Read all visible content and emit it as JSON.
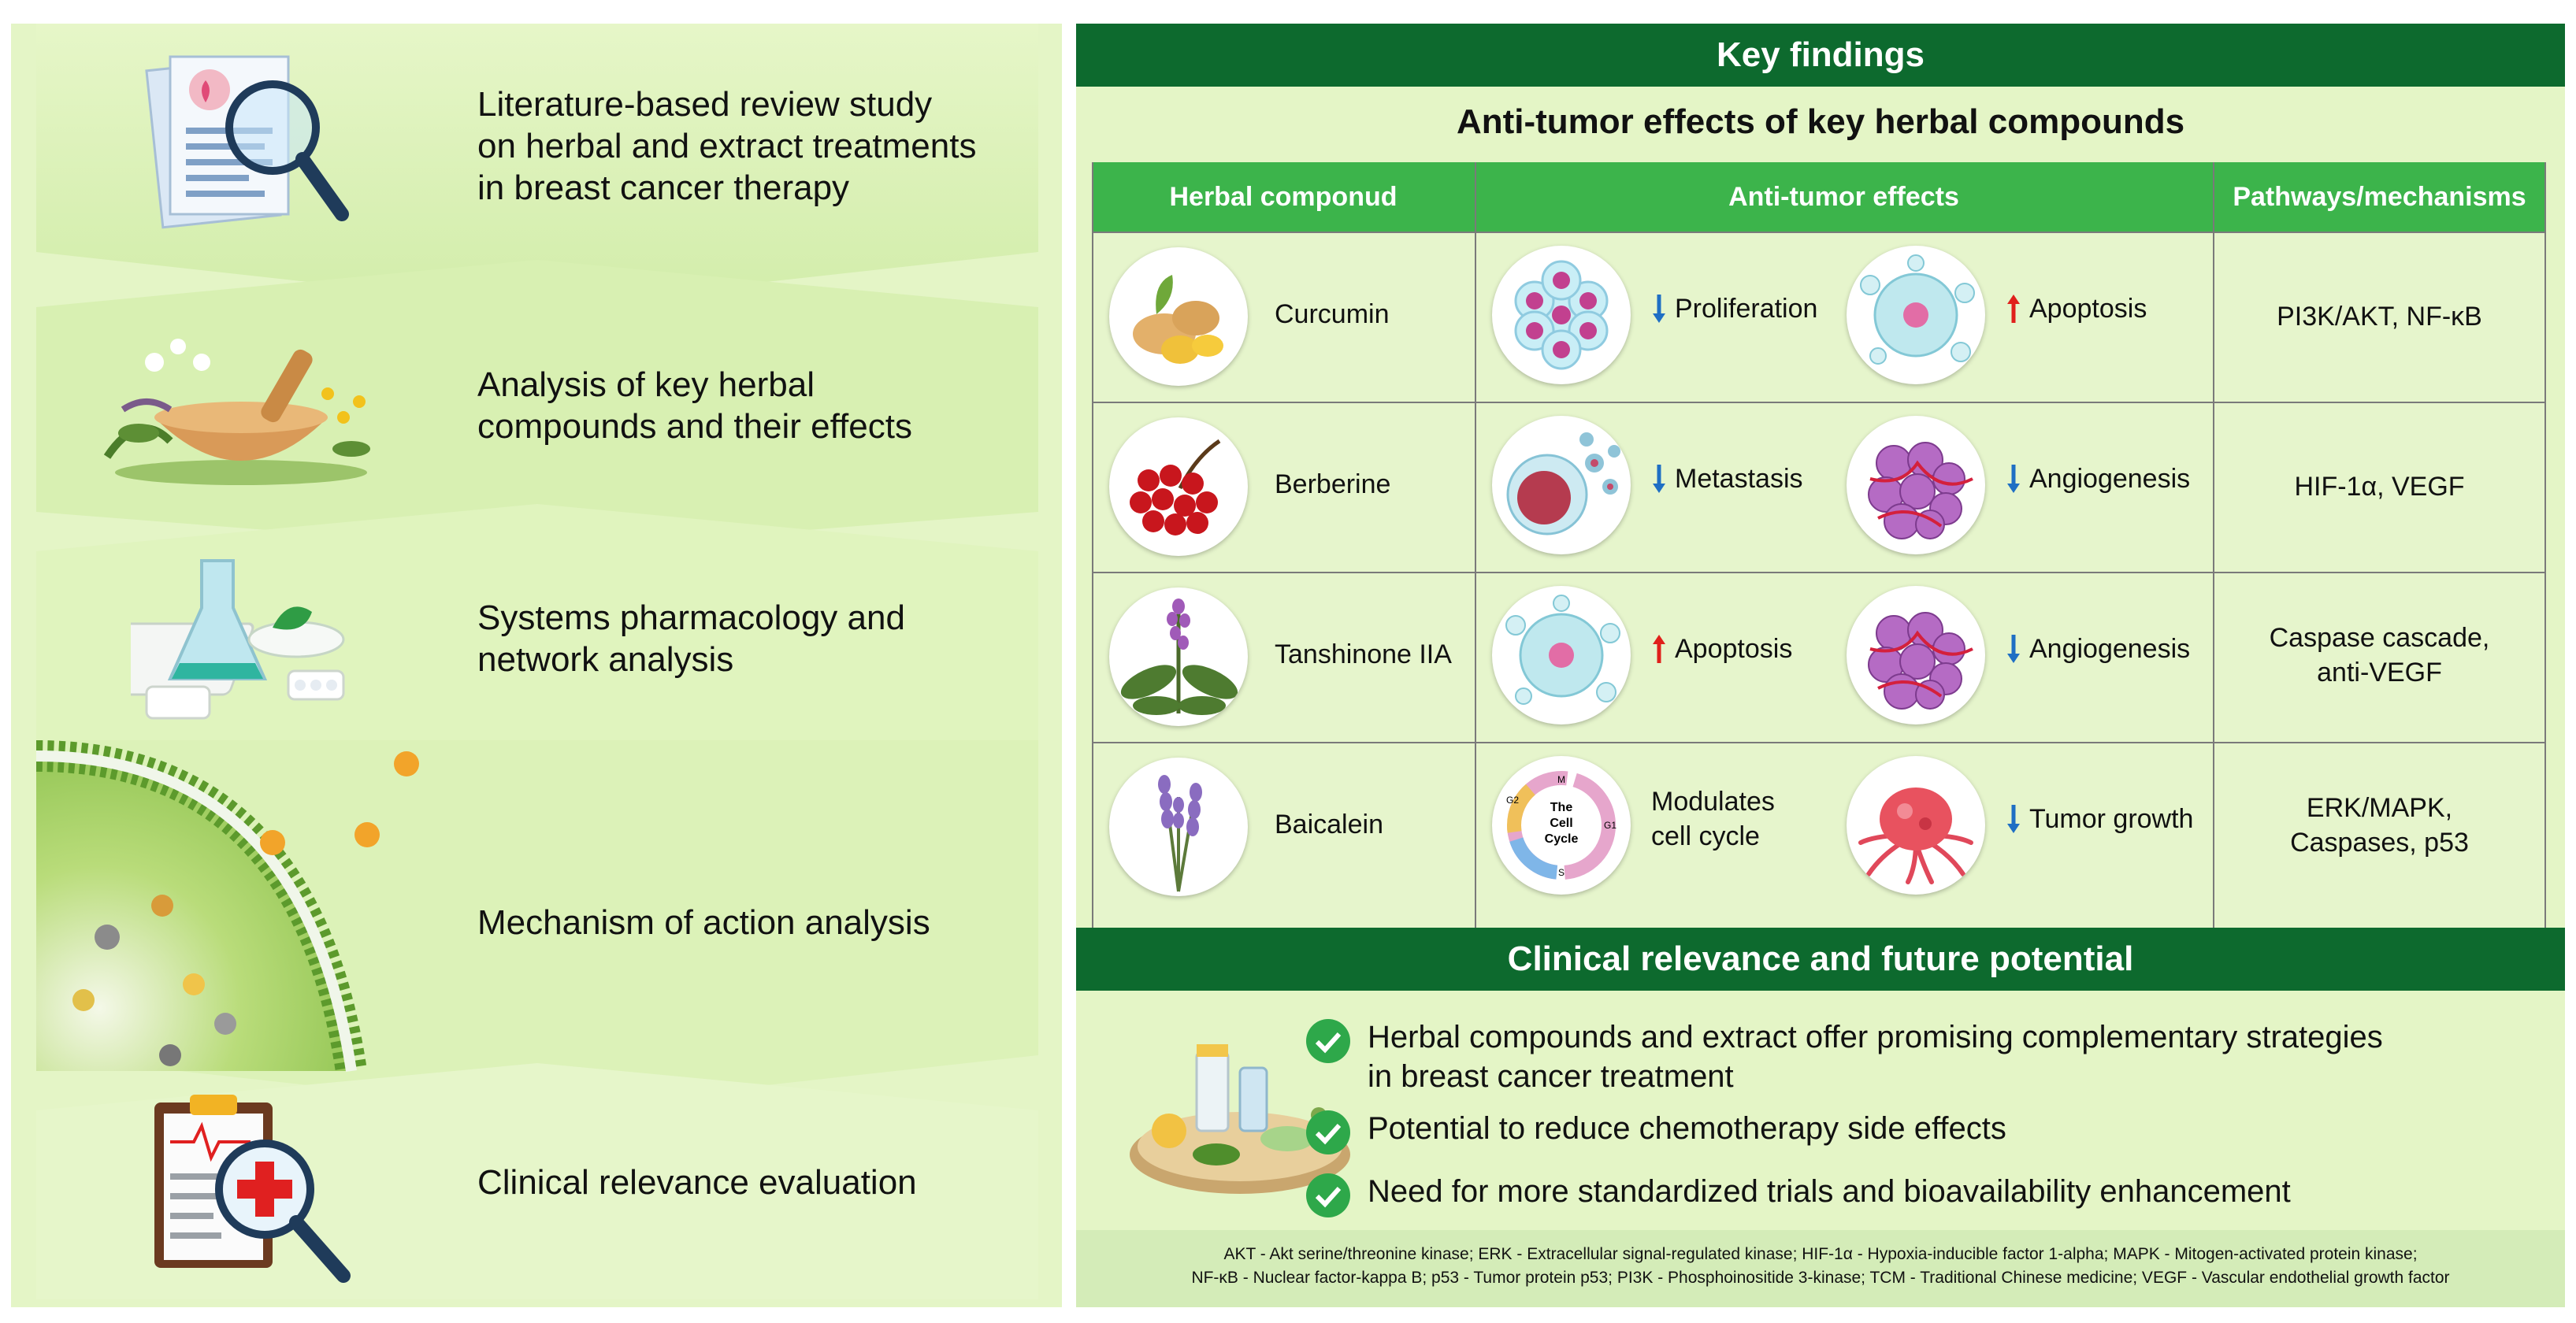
{
  "steps": [
    {
      "text": "Literature-based review study on herbal and extract treatments in breast cancer therapy",
      "lines": [
        "Literature-based review study",
        "on herbal and extract treatments",
        "in breast cancer therapy"
      ],
      "icon": "document-magnifier-icon"
    },
    {
      "text": "Analysis of key herbal compounds and their effects",
      "lines": [
        "Analysis of key herbal",
        "compounds and their effects"
      ],
      "icon": "mortar-herbs-icon"
    },
    {
      "text": "Systems pharmacology and network analysis",
      "lines": [
        "Systems pharmacology and",
        "network analysis"
      ],
      "icon": "flask-pills-icon"
    },
    {
      "text": "Mechanism of action analysis",
      "lines": [
        "Mechanism of action analysis"
      ],
      "icon": "cell-membrane-icon"
    },
    {
      "text": "Clinical relevance evaluation",
      "lines": [
        "Clinical relevance evaluation"
      ],
      "icon": "clipboard-magnifier-icon"
    }
  ],
  "key_findings": {
    "title": "Key findings",
    "subtitle": "Anti-tumor effects of key herbal compounds",
    "headers": [
      "Herbal componud",
      "Anti-tumor effects",
      "Pathways/mechanisms"
    ],
    "rows": [
      {
        "compound": "Curcumin",
        "icon": "ginger-root-icon",
        "effects": [
          {
            "label": "Proliferation",
            "direction": "down",
            "icon": "cell-cluster-icon"
          },
          {
            "label": "Apoptosis",
            "direction": "up",
            "icon": "apoptotic-cell-icon"
          }
        ],
        "pathway_lines": [
          "PI3K/AKT, NF-κB"
        ]
      },
      {
        "compound": "Berberine",
        "icon": "red-berries-icon",
        "effects": [
          {
            "label": "Metastasis",
            "direction": "down",
            "icon": "metastasis-cell-icon"
          },
          {
            "label": "Angiogenesis",
            "direction": "down",
            "icon": "vascular-tumor-icon"
          }
        ],
        "pathway_lines": [
          "HIF-1α, VEGF"
        ]
      },
      {
        "compound": "Tanshinone IIA",
        "icon": "sage-plant-icon",
        "effects": [
          {
            "label": "Apoptosis",
            "direction": "up",
            "icon": "apoptotic-cell-icon"
          },
          {
            "label": "Angiogenesis",
            "direction": "down",
            "icon": "vascular-tumor-icon"
          }
        ],
        "pathway_lines": [
          "Caspase cascade,",
          "anti-VEGF"
        ]
      },
      {
        "compound": "Baicalein",
        "icon": "lavender-icon",
        "effects": [
          {
            "label_lines": [
              "Modulates",
              "cell cycle"
            ],
            "direction": "none",
            "icon": "cell-cycle-icon"
          },
          {
            "label": "Tumor growth",
            "direction": "down",
            "icon": "tumor-mass-icon"
          }
        ],
        "pathway_lines": [
          "ERK/MAPK,",
          "Caspases, p53"
        ]
      }
    ],
    "cell_cycle": {
      "title_lines": [
        "The",
        "Cell",
        "Cycle"
      ],
      "phases": [
        "M",
        "G1",
        "S",
        "G2"
      ]
    }
  },
  "clinical": {
    "title": "Clinical relevance and future potential",
    "bullets": [
      {
        "lines": [
          "Herbal compounds and extract offer promising complementary strategies",
          "in breast cancer treatment"
        ]
      },
      {
        "lines": [
          "Potential to reduce chemotherapy side effects"
        ]
      },
      {
        "lines": [
          "Need for more standardized trials and bioavailability enhancement"
        ]
      }
    ],
    "icon": "herbal-medicine-tray-icon"
  },
  "footnote": [
    "AKT - Akt serine/threonine kinase; ERK - Extracellular signal-regulated kinase; HIF-1α - Hypoxia-inducible factor 1-alpha; MAPK - Mitogen-activated protein kinase;",
    "NF-κB - Nuclear factor-kappa B; p53 - Tumor protein p53; PI3K - Phosphoinositide 3-kinase; TCM - Traditional Chinese medicine; VEGF - Vascular endothelial growth factor"
  ],
  "colors": {
    "dark_green": "#0d6a2e",
    "header_green": "#3cb44b",
    "panel_bg": "#e4f5c6",
    "arrow_down": "#1f6fc4",
    "arrow_up": "#e0201b",
    "check": "#2ea84a"
  }
}
